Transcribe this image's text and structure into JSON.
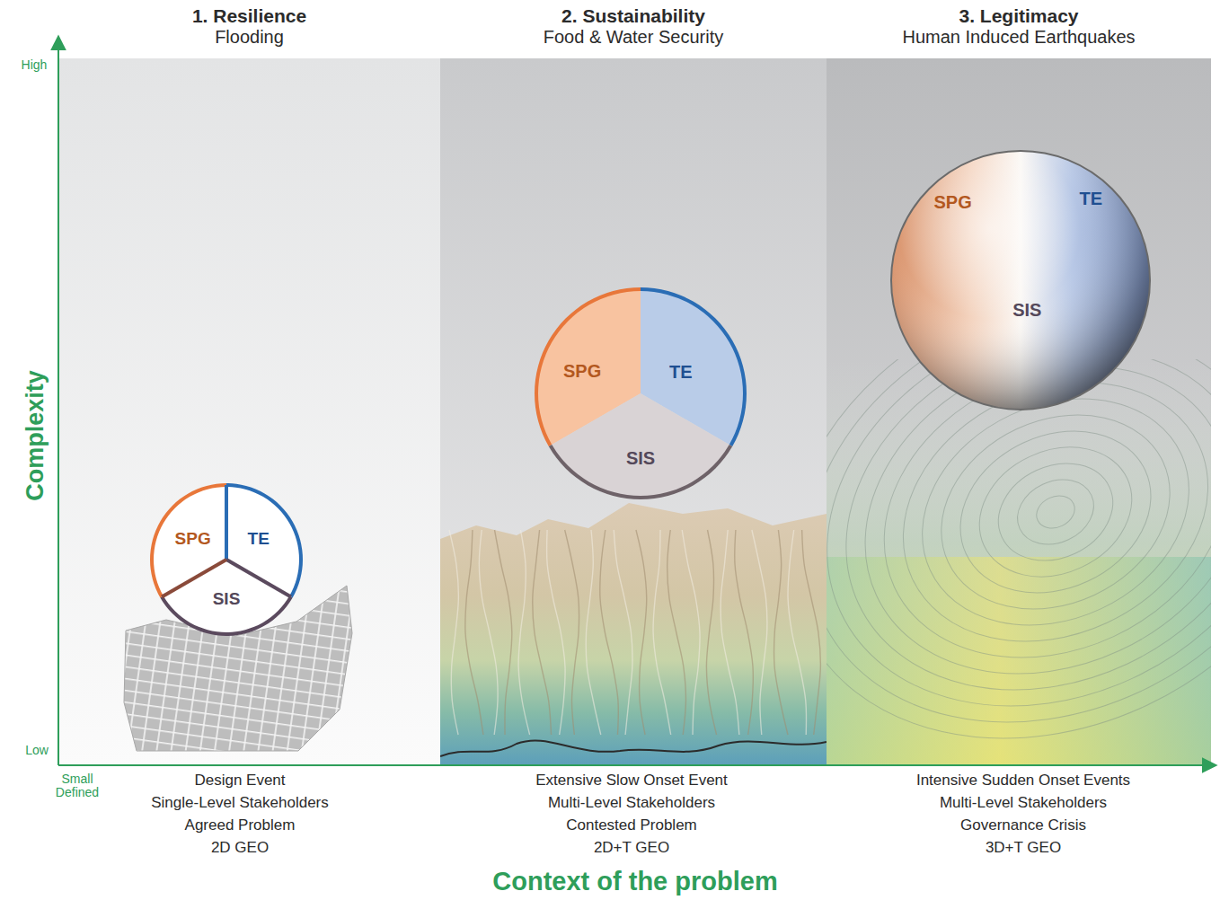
{
  "diagram": {
    "nodes": [
      {
        "text": [
          "1. Resilience",
          "Flooding"
        ]
      },
      {
        "text": [
          "SPG",
          "TE",
          "SIS"
        ],
        "in": 0
      },
      {
        "text": [
          "2. Sustainability",
          "Food & Water Security"
        ]
      },
      {
        "text": [
          "SPG",
          "TE",
          "SIS"
        ],
        "in": 2
      },
      {
        "text": [
          "3. Legitimacy",
          "Human Induced Earthquakes"
        ]
      },
      {
        "text": [
          "SPG",
          "TE",
          "SIS"
        ],
        "in": 4
      }
    ],
    "labels": [
      "High",
      "Low",
      "Complexity",
      "Small Defined",
      "Design Event",
      "Single-Level Stakeholders",
      "Agreed Problem",
      "2D GEO",
      "Extensive Slow Onset Event",
      "Multi-Level Stakeholders",
      "Contested Problem",
      "2D+T GEO",
      "Intensive Sudden Onset Events",
      "Multi-Level Stakeholders",
      "Governance Crisis",
      "3D+T GEO",
      "Context of the problem"
    ]
  }
}
